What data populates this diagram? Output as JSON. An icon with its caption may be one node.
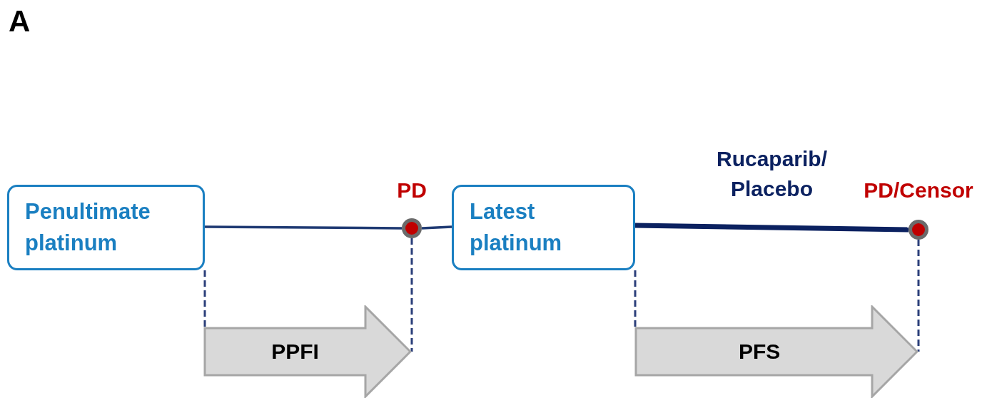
{
  "diagram": {
    "nodes": [
      {
        "text": [
          "Penultimate platinum"
        ]
      },
      {
        "text": [],
        "shape": "circle",
        "beside": [
          "PD"
        ]
      },
      {
        "text": [
          "Latest platinum"
        ]
      },
      {
        "text": [],
        "shape": "circle",
        "beside": [
          "PD/Censor"
        ]
      },
      {
        "text": [
          "PPFI"
        ]
      },
      {
        "text": [
          "PFS"
        ]
      }
    ],
    "edges": [
      {
        "from": 0,
        "to": 1,
        "arrow": "none"
      },
      {
        "from": 1,
        "to": 2,
        "arrow": "none"
      },
      {
        "from": 2,
        "to": 3,
        "arrow": "none",
        "label": "Rucaparib/ Placebo",
        "style": "thick"
      },
      {
        "from": 0,
        "to": 4,
        "arrow": "none",
        "style": "dashed"
      },
      {
        "from": 1,
        "to": 4,
        "arrow": "none",
        "style": "dashed"
      },
      {
        "from": 2,
        "to": 5,
        "arrow": "none",
        "style": "dashed"
      },
      {
        "from": 3,
        "to": 5,
        "arrow": "none",
        "style": "dashed"
      }
    ],
    "labels": [
      "A"
    ]
  }
}
